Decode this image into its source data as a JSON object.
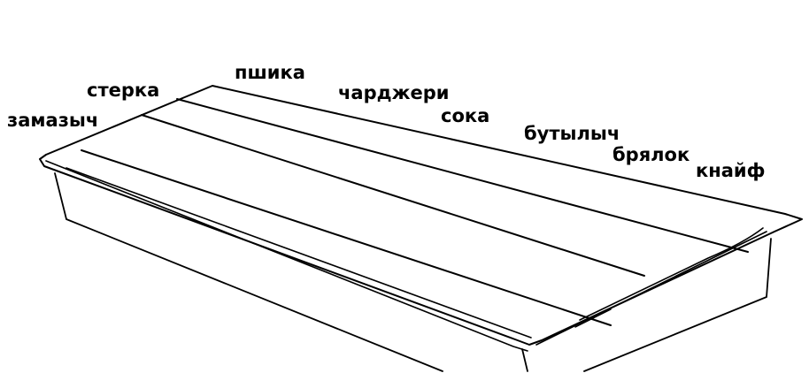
{
  "labels": [
    "замазыч",
    "стерка",
    "пшика",
    "чарджери",
    "сока",
    "бутылыч",
    "брялок",
    "кнайф"
  ],
  "colors": {
    "ink": "#000000",
    "background": "#ffffff"
  }
}
